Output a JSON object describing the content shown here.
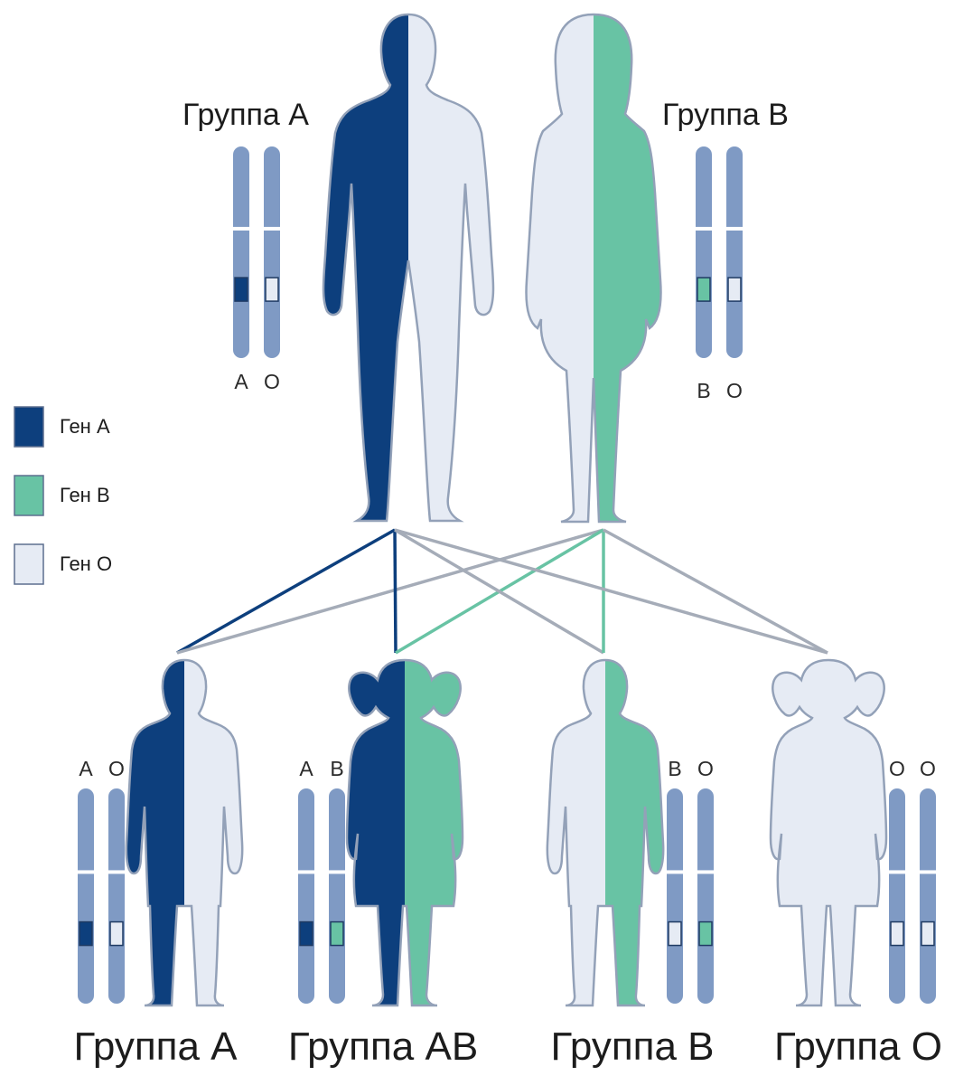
{
  "colors": {
    "gene_a": "#0d3f7d",
    "gene_b": "#68c3a4",
    "gene_o": "#e6ebf4",
    "chromosome": "#7f9ac4",
    "outline": "#93a1b8",
    "line_a": "#0d3f7d",
    "line_b": "#68c3a4",
    "line_o": "#a5acb8"
  },
  "legend": [
    {
      "label": "Ген А",
      "color": "gene_a"
    },
    {
      "label": "Ген В",
      "color": "gene_b"
    },
    {
      "label": "Ген О",
      "color": "gene_o"
    }
  ],
  "parents": [
    {
      "group_label": "Группа А",
      "alleles": [
        "A",
        "O"
      ],
      "genes": [
        "gene_a",
        "gene_o"
      ],
      "figure": "man"
    },
    {
      "group_label": "Группа В",
      "alleles": [
        "B",
        "O"
      ],
      "genes": [
        "gene_b",
        "gene_o"
      ],
      "figure": "woman"
    }
  ],
  "children": [
    {
      "group_label": "Группа А",
      "alleles": [
        "A",
        "O"
      ],
      "genes": [
        "gene_a",
        "gene_o"
      ],
      "figure": "boy"
    },
    {
      "group_label": "Группа АВ",
      "alleles": [
        "A",
        "B"
      ],
      "genes": [
        "gene_a",
        "gene_b"
      ],
      "figure": "girl"
    },
    {
      "group_label": "Группа В",
      "alleles": [
        "B",
        "O"
      ],
      "genes": [
        "gene_o",
        "gene_b"
      ],
      "figure": "boy"
    },
    {
      "group_label": "Группа О",
      "alleles": [
        "O",
        "O"
      ],
      "genes": [
        "gene_o",
        "gene_o"
      ],
      "figure": "girl"
    }
  ]
}
